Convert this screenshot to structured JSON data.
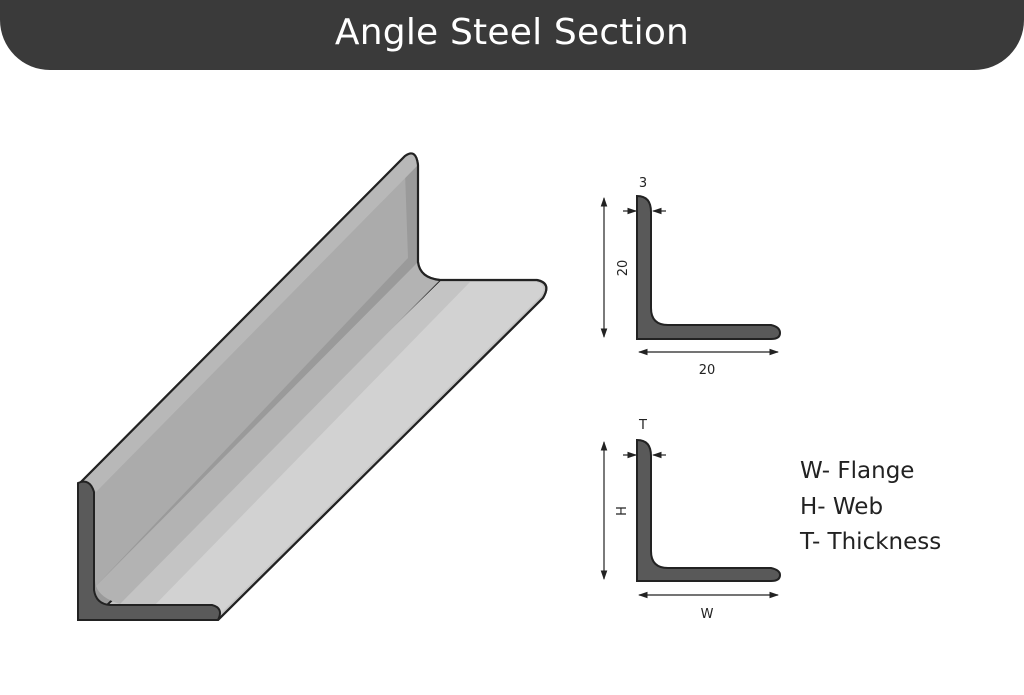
{
  "title": "Angle Steel Section",
  "example_section": {
    "thickness": "3",
    "height": "20",
    "width": "20"
  },
  "generic_section": {
    "thickness": "T",
    "height": "H",
    "width": "W"
  },
  "legend": [
    "W- Flange",
    "H- Web",
    "T- Thickness"
  ],
  "colors": {
    "header_bg": "#3a3a3a",
    "section_fill": "#595959",
    "steel_dark": "#8f8f8f",
    "steel_mid": "#a6a6a6",
    "steel_light": "#c7c7c7"
  }
}
